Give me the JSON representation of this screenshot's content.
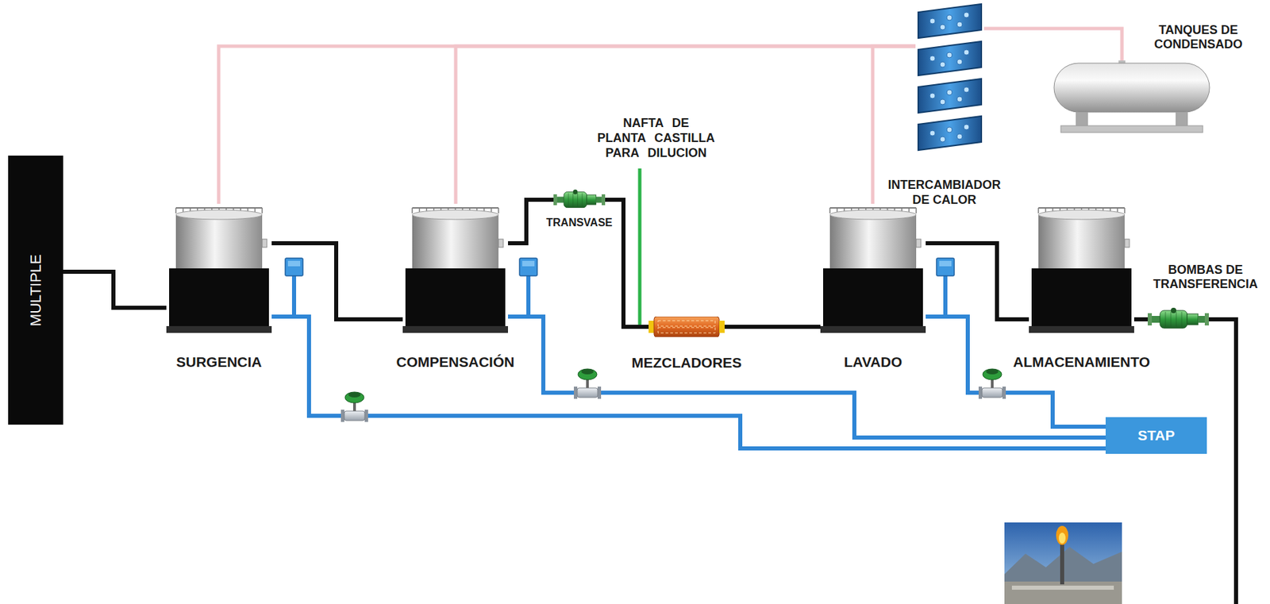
{
  "diagram": {
    "nodes": [
      {
        "text": [
          "MULTIPLE"
        ]
      },
      {
        "text": [
          "SURGENCIA"
        ]
      },
      {
        "text": [
          "COMPENSACIÓN"
        ]
      },
      {
        "text": [
          "TRANSVASE"
        ]
      },
      {
        "text": [
          "MEZCLADORES"
        ]
      },
      {
        "text": [
          "LAVADO"
        ]
      },
      {
        "text": [
          "ALMACENAMIENTO"
        ]
      },
      {
        "text": [
          "BOMBAS DE TRANSFERENCIA"
        ]
      },
      {
        "text": [
          "STAP"
        ]
      },
      {
        "text": [
          "INTERCAMBIADOR DE CALOR"
        ]
      },
      {
        "text": [
          "TANQUES DE CONDENSADO"
        ]
      }
    ],
    "edges": [
      {
        "from": 0,
        "to": 1,
        "arrow": "none"
      },
      {
        "from": 1,
        "to": 2,
        "arrow": "none"
      },
      {
        "from": 2,
        "to": 3,
        "arrow": "none"
      },
      {
        "from": 3,
        "to": 4,
        "arrow": "none"
      },
      {
        "from": 4,
        "to": 5,
        "arrow": "none"
      },
      {
        "from": 5,
        "to": 6,
        "arrow": "none"
      },
      {
        "from": 6,
        "to": 7,
        "arrow": "none"
      },
      {
        "from": 1,
        "to": 8,
        "arrow": "none"
      },
      {
        "from": 2,
        "to": 8,
        "arrow": "none"
      },
      {
        "from": 5,
        "to": 8,
        "arrow": "none"
      },
      {
        "from": 1,
        "to": 9,
        "arrow": "none"
      },
      {
        "from": 2,
        "to": 9,
        "arrow": "none"
      },
      {
        "from": 5,
        "to": 9,
        "arrow": "none"
      },
      {
        "from": 9,
        "to": 10,
        "arrow": "none"
      }
    ],
    "labels": [
      "NAFTA DE PLANTA CASTILLA PARA DILUCION"
    ]
  }
}
